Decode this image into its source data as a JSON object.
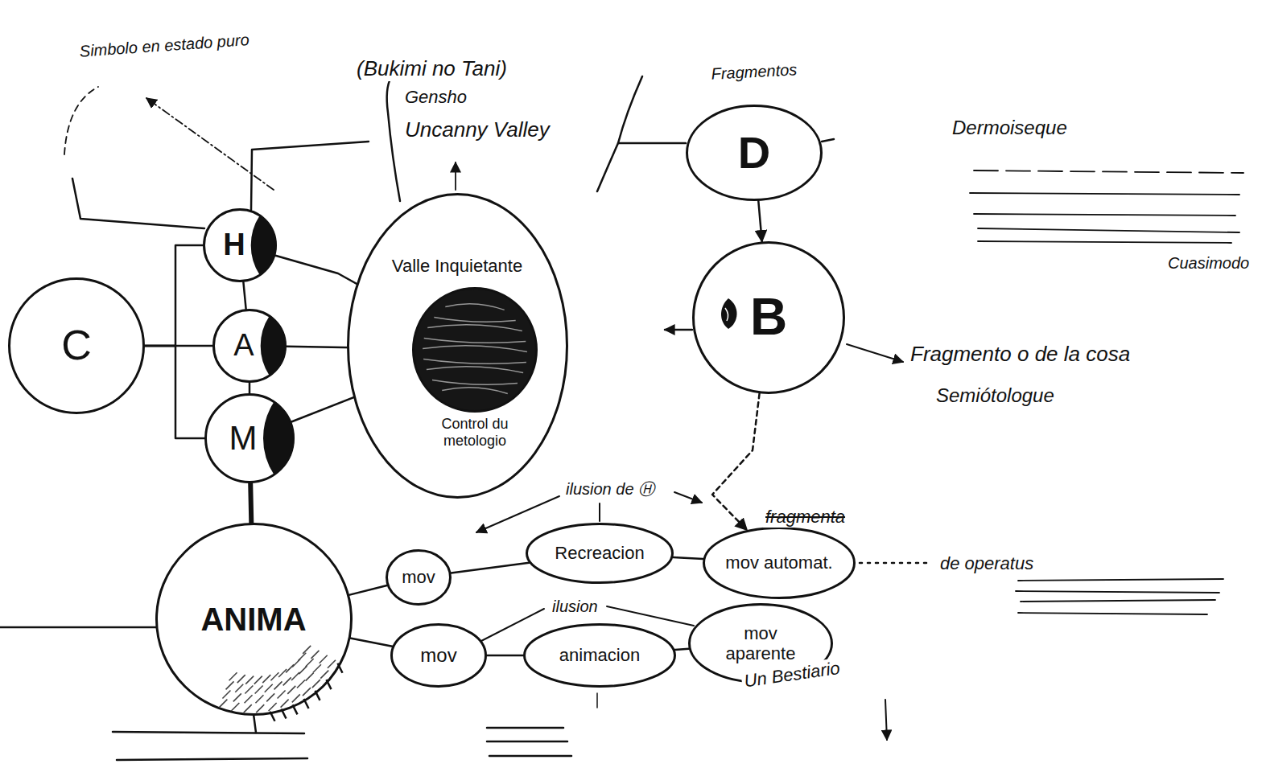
{
  "diagram": {
    "nodes": [
      {
        "text": [
          "C"
        ]
      },
      {
        "text": [
          "H"
        ]
      },
      {
        "text": [
          "A"
        ]
      },
      {
        "text": [
          "M"
        ]
      },
      {
        "text": [
          "Valle Inquietante"
        ]
      },
      {
        "text": [
          "Control du metologio"
        ],
        "in": 4
      },
      {
        "text": [
          "D"
        ]
      },
      {
        "text": [
          "B"
        ]
      },
      {
        "text": [
          "ANIMA"
        ]
      },
      {
        "text": [
          "mov"
        ]
      },
      {
        "text": [
          "Recreacion"
        ]
      },
      {
        "text": [
          "mov automat."
        ]
      },
      {
        "text": [
          "mov"
        ]
      },
      {
        "text": [
          "animacion"
        ]
      },
      {
        "text": [
          "mov aparente"
        ]
      }
    ],
    "edges": [
      {
        "from": 0,
        "to": 1,
        "arrow": "none"
      },
      {
        "from": 0,
        "to": 2,
        "arrow": "none"
      },
      {
        "from": 0,
        "to": 3,
        "arrow": "none"
      },
      {
        "from": 1,
        "to": 2,
        "arrow": "none"
      },
      {
        "from": 2,
        "to": 3,
        "arrow": "none"
      },
      {
        "from": 1,
        "to": 5,
        "arrow": "none"
      },
      {
        "from": 2,
        "to": 5,
        "arrow": "none"
      },
      {
        "from": 3,
        "to": 5,
        "arrow": "none"
      },
      {
        "from": 3,
        "to": 8,
        "arrow": "none"
      },
      {
        "from": 6,
        "to": 7,
        "arrow": "to"
      },
      {
        "from": 7,
        "to": 11,
        "arrow": "to"
      },
      {
        "from": 8,
        "to": 9,
        "arrow": "none"
      },
      {
        "from": 8,
        "to": 12,
        "arrow": "none"
      },
      {
        "from": 9,
        "to": 10,
        "arrow": "none"
      },
      {
        "from": 10,
        "to": 11,
        "arrow": "none"
      },
      {
        "from": 12,
        "to": 13,
        "arrow": "none"
      },
      {
        "from": 13,
        "to": 14,
        "arrow": "none"
      }
    ],
    "labels": [
      "Simbolo en estado puro",
      "(Bukimi no Tani)",
      "Gensho",
      "Uncanny Valley",
      "Fragmentos",
      "Dermoiseque",
      "Cuasimodo",
      "Fragmento o de la cosa",
      "Semiótologue",
      "ilusion de Ⓗ",
      "fragmenta",
      "ilusion",
      "de operatus",
      "Un Bestiario"
    ]
  }
}
